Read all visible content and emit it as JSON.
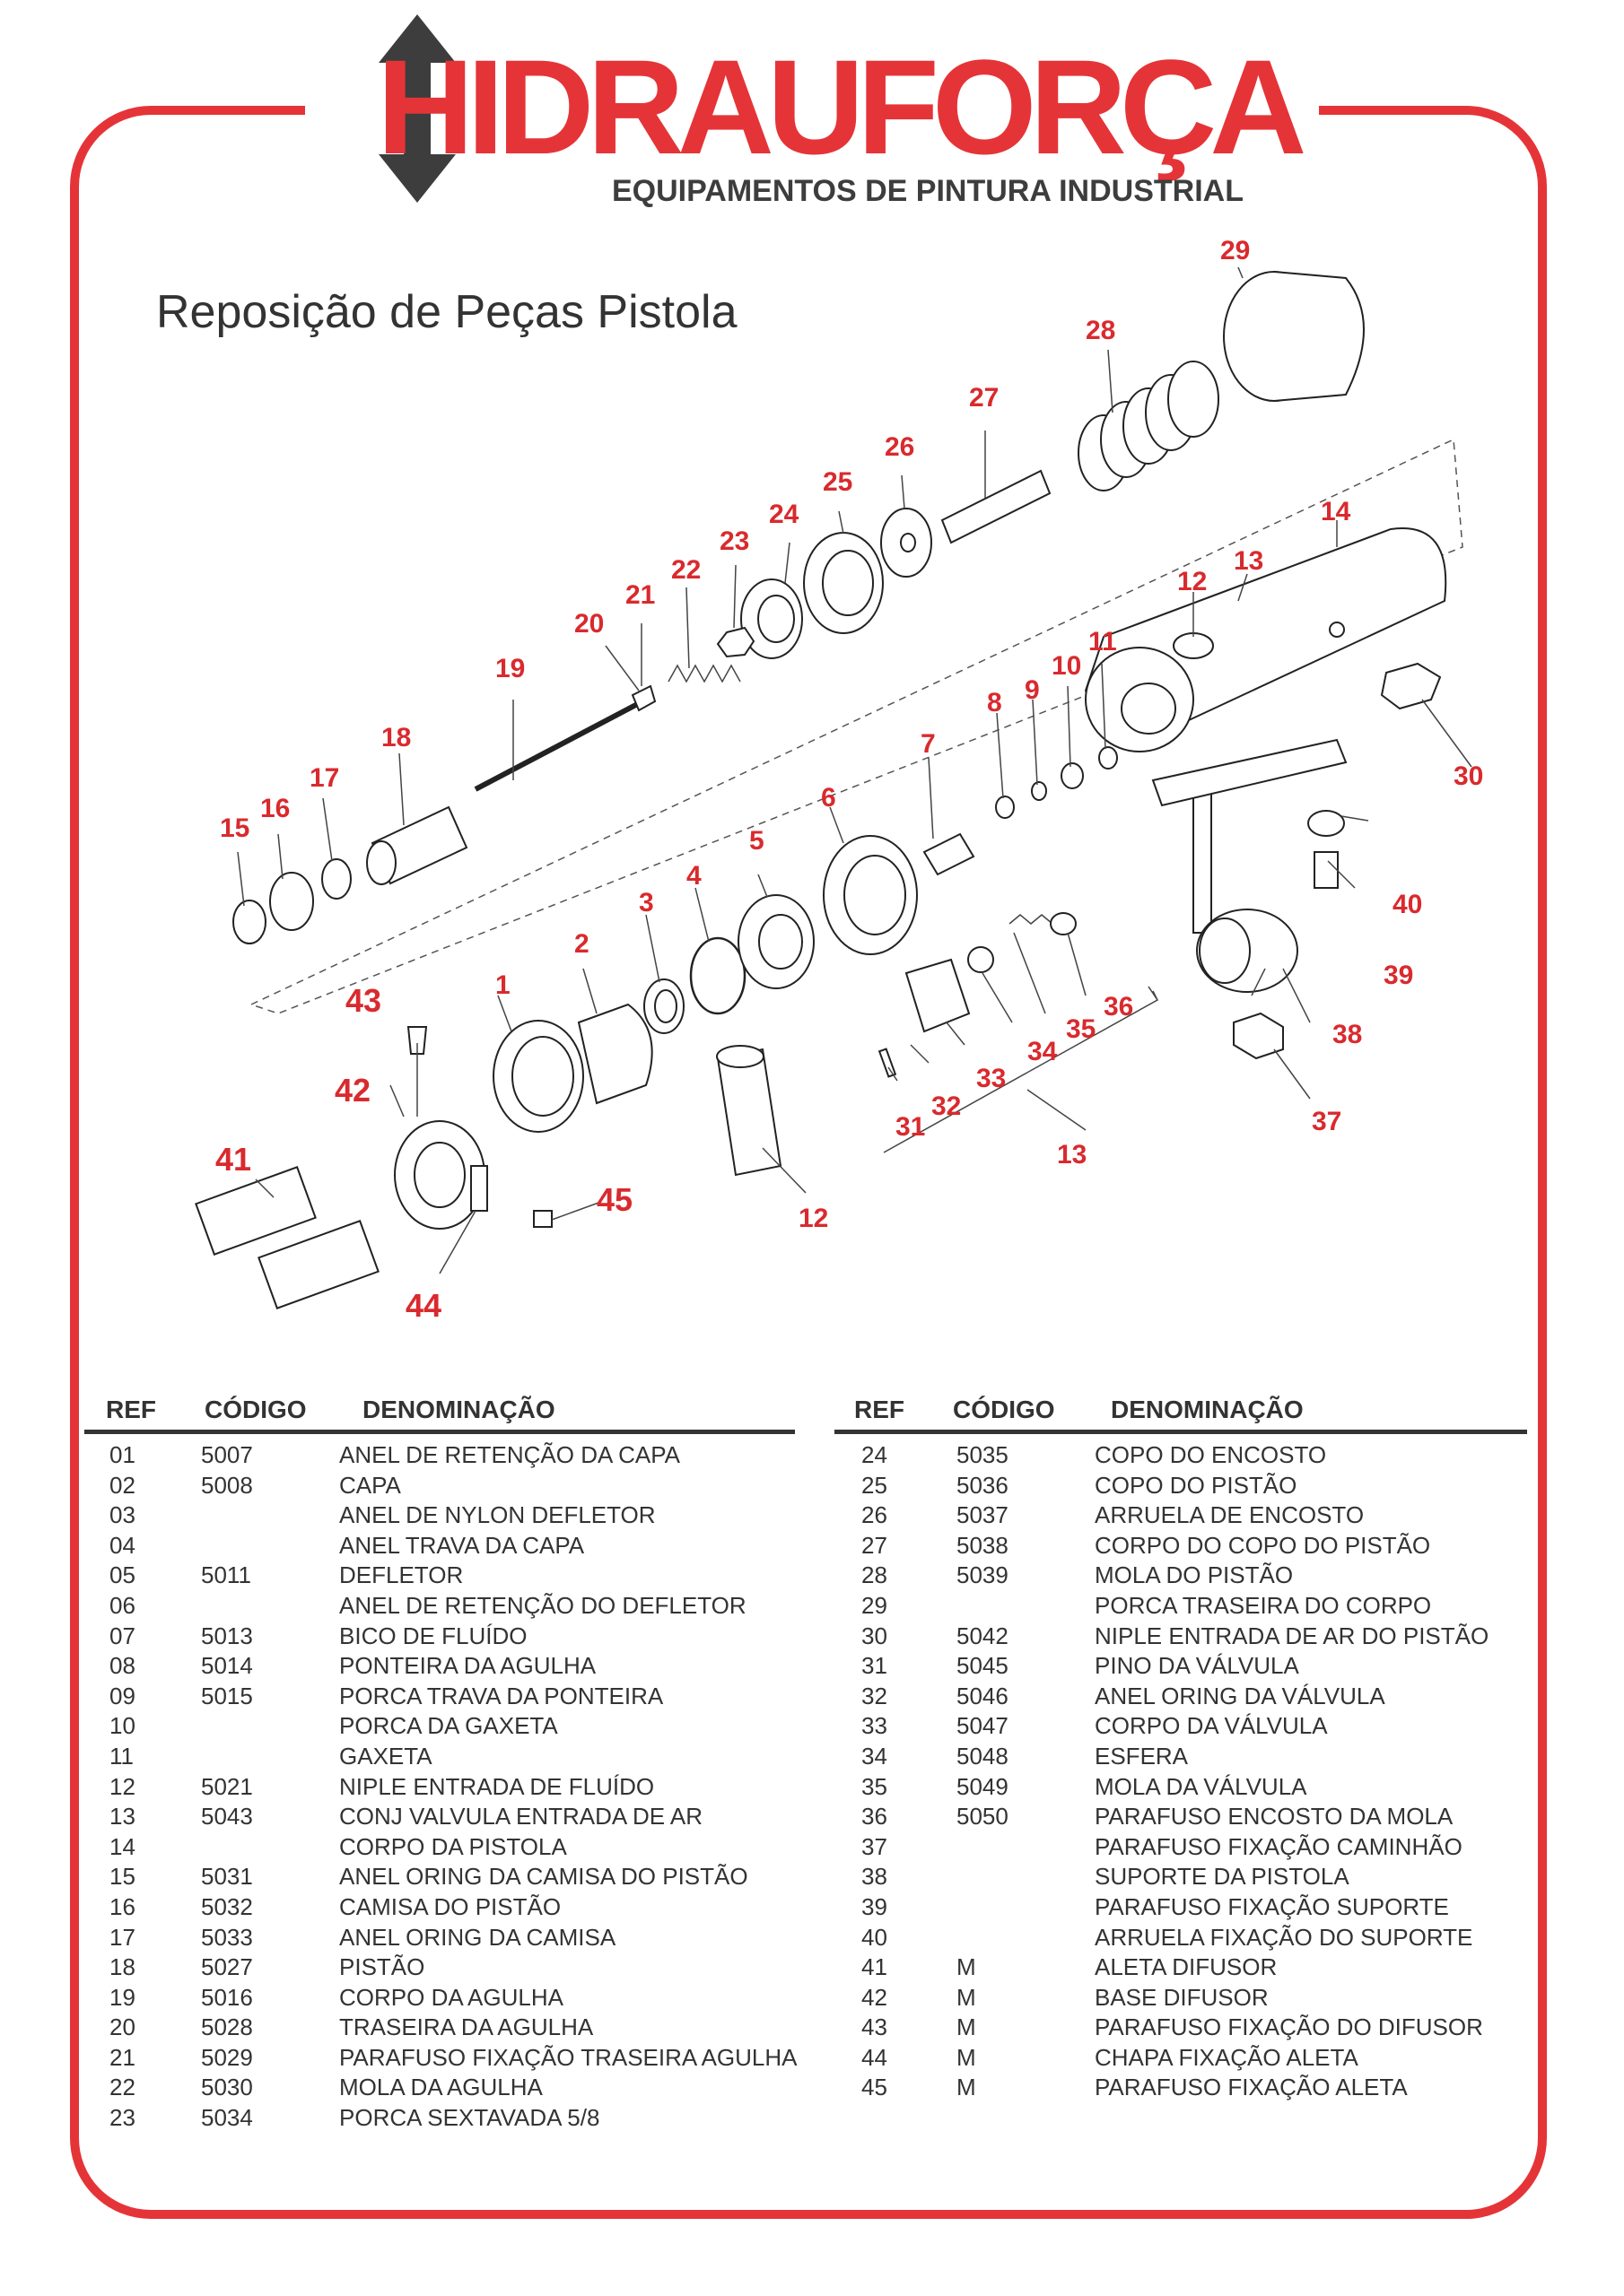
{
  "brand": {
    "name": "HIDRAUFORÇA",
    "tagline": "EQUIPAMENTOS DE PINTURA INDUSTRIAL",
    "color": "#e53438"
  },
  "page_title": "Reposição de Peças Pistola",
  "diagram_labels": [
    "1",
    "2",
    "3",
    "4",
    "5",
    "6",
    "7",
    "8",
    "9",
    "10",
    "11",
    "12",
    "12",
    "13",
    "13",
    "14",
    "15",
    "16",
    "17",
    "18",
    "19",
    "20",
    "21",
    "22",
    "23",
    "24",
    "25",
    "26",
    "27",
    "28",
    "29",
    "30",
    "31",
    "32",
    "33",
    "34",
    "35",
    "36",
    "37",
    "38",
    "39",
    "40",
    "41",
    "42",
    "43",
    "44",
    "45"
  ],
  "table": {
    "headers": {
      "ref": "REF",
      "code": "CÓDIGO",
      "name": "DENOMINAÇÃO"
    },
    "left": [
      {
        "ref": "01",
        "code": "5007",
        "name": "ANEL DE RETENÇÃO DA CAPA"
      },
      {
        "ref": "02",
        "code": "5008",
        "name": "CAPA"
      },
      {
        "ref": "03",
        "code": "",
        "name": "ANEL DE NYLON DEFLETOR"
      },
      {
        "ref": "04",
        "code": "",
        "name": "ANEL TRAVA DA CAPA"
      },
      {
        "ref": "05",
        "code": "5011",
        "name": "DEFLETOR"
      },
      {
        "ref": "06",
        "code": "",
        "name": "ANEL DE RETENÇÃO DO DEFLETOR"
      },
      {
        "ref": "07",
        "code": "5013",
        "name": "BICO DE FLUÍDO"
      },
      {
        "ref": "08",
        "code": "5014",
        "name": "PONTEIRA DA AGULHA"
      },
      {
        "ref": "09",
        "code": "5015",
        "name": "PORCA TRAVA DA PONTEIRA"
      },
      {
        "ref": "10",
        "code": "",
        "name": "PORCA DA GAXETA"
      },
      {
        "ref": "11",
        "code": "",
        "name": "GAXETA"
      },
      {
        "ref": "12",
        "code": "5021",
        "name": "NIPLE ENTRADA DE FLUÍDO"
      },
      {
        "ref": "13",
        "code": "5043",
        "name": "CONJ VALVULA ENTRADA DE AR"
      },
      {
        "ref": "14",
        "code": "",
        "name": "CORPO DA PISTOLA"
      },
      {
        "ref": "15",
        "code": "5031",
        "name": "ANEL ORING DA CAMISA DO PISTÃO"
      },
      {
        "ref": "16",
        "code": "5032",
        "name": "CAMISA DO PISTÃO"
      },
      {
        "ref": "17",
        "code": "5033",
        "name": "ANEL ORING DA CAMISA"
      },
      {
        "ref": "18",
        "code": "5027",
        "name": "PISTÃO"
      },
      {
        "ref": "19",
        "code": "5016",
        "name": "CORPO DA AGULHA"
      },
      {
        "ref": "20",
        "code": "5028",
        "name": "TRASEIRA DA AGULHA"
      },
      {
        "ref": "21",
        "code": "5029",
        "name": "PARAFUSO FIXAÇÃO TRASEIRA AGULHA"
      },
      {
        "ref": "22",
        "code": "5030",
        "name": "MOLA DA AGULHA"
      },
      {
        "ref": "23",
        "code": "5034",
        "name": "PORCA SEXTAVADA 5/8"
      }
    ],
    "right": [
      {
        "ref": "24",
        "code": "5035",
        "name": "COPO DO ENCOSTO"
      },
      {
        "ref": "25",
        "code": "5036",
        "name": "COPO DO PISTÃO"
      },
      {
        "ref": "26",
        "code": "5037",
        "name": "ARRUELA DE ENCOSTO"
      },
      {
        "ref": "27",
        "code": "5038",
        "name": "CORPO DO COPO DO PISTÃO"
      },
      {
        "ref": "28",
        "code": "5039",
        "name": "MOLA DO PISTÃO"
      },
      {
        "ref": "29",
        "code": "",
        "name": "PORCA TRASEIRA DO CORPO"
      },
      {
        "ref": "30",
        "code": "5042",
        "name": "NIPLE ENTRADA DE AR DO PISTÃO"
      },
      {
        "ref": "31",
        "code": "5045",
        "name": "PINO DA VÁLVULA"
      },
      {
        "ref": "32",
        "code": "5046",
        "name": "ANEL ORING DA VÁLVULA"
      },
      {
        "ref": "33",
        "code": "5047",
        "name": "CORPO DA VÁLVULA"
      },
      {
        "ref": "34",
        "code": "5048",
        "name": "ESFERA"
      },
      {
        "ref": "35",
        "code": "5049",
        "name": "MOLA DA VÁLVULA"
      },
      {
        "ref": "36",
        "code": "5050",
        "name": "PARAFUSO ENCOSTO DA MOLA"
      },
      {
        "ref": "37",
        "code": "",
        "name": "PARAFUSO FIXAÇÃO CAMINHÃO"
      },
      {
        "ref": "38",
        "code": "",
        "name": "SUPORTE DA PISTOLA"
      },
      {
        "ref": "39",
        "code": "",
        "name": "PARAFUSO FIXAÇÃO SUPORTE"
      },
      {
        "ref": "40",
        "code": "",
        "name": "ARRUELA FIXAÇÃO DO SUPORTE"
      },
      {
        "ref": "41",
        "code": "M",
        "name": "ALETA DIFUSOR"
      },
      {
        "ref": "42",
        "code": "M",
        "name": "BASE DIFUSOR"
      },
      {
        "ref": "43",
        "code": "M",
        "name": "PARAFUSO FIXAÇÃO DO DIFUSOR"
      },
      {
        "ref": "44",
        "code": "M",
        "name": "CHAPA FIXAÇÃO ALETA"
      },
      {
        "ref": "45",
        "code": "M",
        "name": "PARAFUSO FIXAÇÃO ALETA"
      }
    ]
  }
}
